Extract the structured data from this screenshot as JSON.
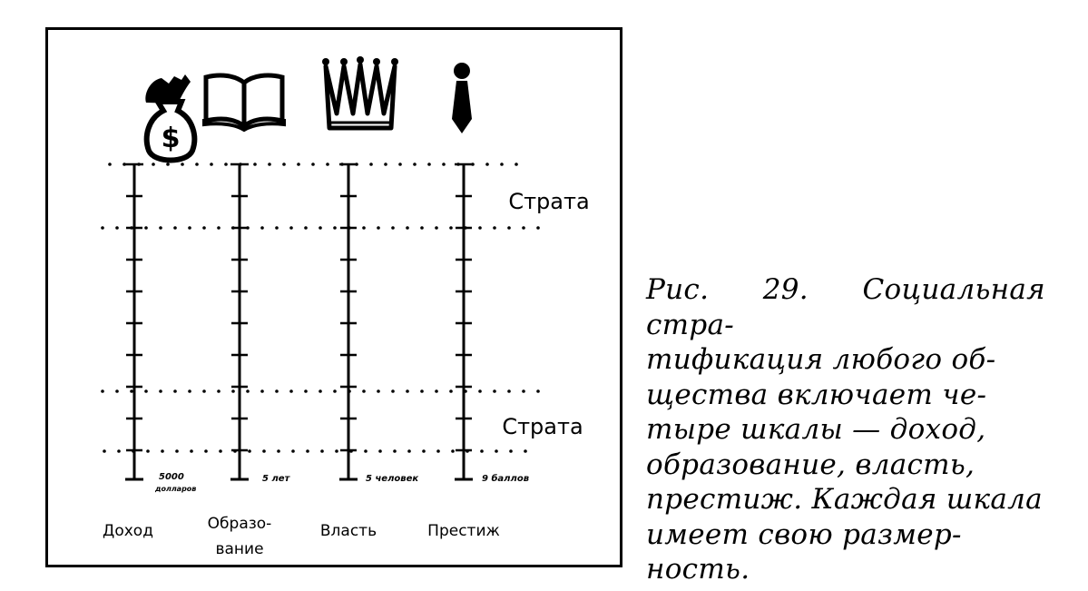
{
  "figure": {
    "strata_label": "Страта",
    "scales": [
      {
        "label_lines": [
          "Доход"
        ],
        "unit_lines": [
          "5000",
          "долларов"
        ],
        "icon": "money-bag-icon"
      },
      {
        "label_lines": [
          "Образо-",
          "вание"
        ],
        "unit_lines": [
          "5 лет"
        ],
        "icon": "open-book-icon"
      },
      {
        "label_lines": [
          "Власть"
        ],
        "unit_lines": [
          "5 человек"
        ],
        "icon": "crown-icon"
      },
      {
        "label_lines": [
          "Престиж"
        ],
        "unit_lines": [
          "9 баллов"
        ],
        "icon": "necktie-icon"
      }
    ]
  },
  "caption": {
    "lines": [
      "Рис. 29. Социальная стра-",
      "тификация любого об-",
      "щества включает че-",
      "тыре шкалы — доход,",
      "образование, власть,",
      "престиж. Каждая шкала",
      "имеет свою размер-",
      "ность."
    ]
  },
  "colors": {
    "ink": "#000000",
    "paper": "#ffffff"
  }
}
